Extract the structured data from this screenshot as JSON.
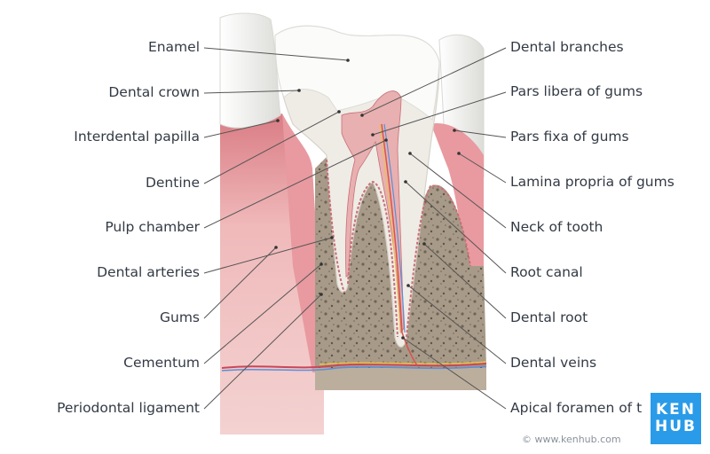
{
  "labels_left": [
    {
      "id": "enamel",
      "text": "Enamel"
    },
    {
      "id": "dental-crown",
      "text": "Dental crown"
    },
    {
      "id": "interdental-papilla",
      "text": "Interdental papilla"
    },
    {
      "id": "dentine",
      "text": "Dentine"
    },
    {
      "id": "pulp-chamber",
      "text": "Pulp chamber"
    },
    {
      "id": "dental-arteries",
      "text": "Dental arteries"
    },
    {
      "id": "gums",
      "text": "Gums"
    },
    {
      "id": "cementum",
      "text": "Cementum"
    },
    {
      "id": "periodontal-ligament",
      "text": "Periodontal ligament"
    }
  ],
  "labels_right": [
    {
      "id": "dental-branches",
      "text": "Dental branches"
    },
    {
      "id": "pars-libera-of-gums",
      "text": "Pars libera of gums"
    },
    {
      "id": "pars-fixa-of-gums",
      "text": "Pars fixa of gums"
    },
    {
      "id": "lamina-propria-of-gums",
      "text": "Lamina propria of gums"
    },
    {
      "id": "neck-of-tooth",
      "text": "Neck of tooth"
    },
    {
      "id": "root-canal",
      "text": "Root canal"
    },
    {
      "id": "dental-root",
      "text": "Dental root"
    },
    {
      "id": "dental-veins",
      "text": "Dental veins"
    },
    {
      "id": "apical-foramen",
      "text": "Apical foramen of t"
    }
  ],
  "copyright": "© www.kenhub.com",
  "logo": {
    "line1": "KEN",
    "line2": "HUB"
  },
  "colors": {
    "gum": "#e8a3a6",
    "gum_dark": "#c96f76",
    "enamel": "#f4f4f2",
    "dentine": "#ece9e2",
    "bone": "#8f8375",
    "pulp": "#e8b0b0",
    "artery": "#d9534f",
    "vein": "#5b8fd9",
    "nerve": "#e8c34a",
    "brand": "#2a9be8",
    "text": "#333a44",
    "leader": "#555555"
  }
}
